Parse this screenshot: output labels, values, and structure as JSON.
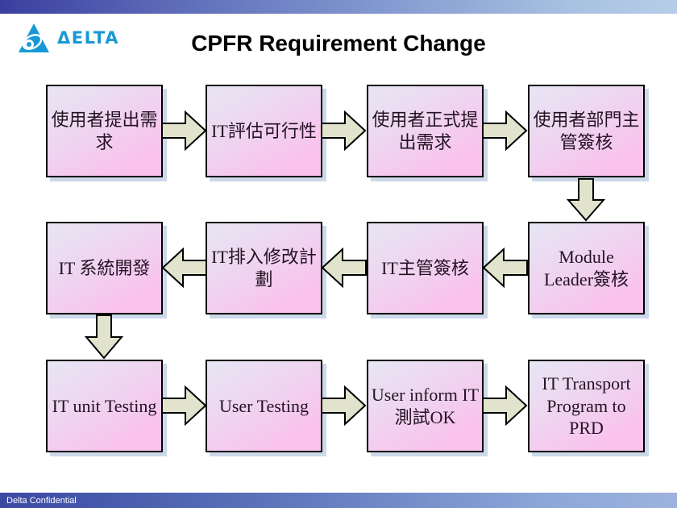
{
  "header": {
    "logo_text": "ΔELTA",
    "title": "CPFR Requirement Change"
  },
  "footer": {
    "text": "Delta Confidential"
  },
  "colors": {
    "logo_blue": "#1899d5",
    "top_bar_left": "#3a3f9f",
    "top_bar_right": "#b6cde8",
    "bottom_bar_left": "#3b49a3",
    "bottom_bar_right": "#9db3de",
    "box_fill_top": "#e7e6f4",
    "box_fill_bottom": "#f9c3ee",
    "box_border": "#000000",
    "box_shadow": "#ccd9ea",
    "arrow_fill": "#e1e3cd",
    "footer_text_color": "#ffffff"
  },
  "flow": {
    "rows": [
      {
        "boxes": [
          {
            "label": "使用者提出需\n求"
          },
          {
            "label": "IT評估可行性"
          },
          {
            "label": "使用者正式提\n出需求"
          },
          {
            "label": "使用者部門主\n管簽核"
          }
        ]
      },
      {
        "boxes": [
          {
            "label": "IT 系統開發"
          },
          {
            "label": "IT排入修改計\n劃"
          },
          {
            "label": "IT主管簽核"
          },
          {
            "label": "Module\nLeader簽核"
          }
        ]
      },
      {
        "boxes": [
          {
            "label": "IT unit Testing"
          },
          {
            "label": "User Testing"
          },
          {
            "label": "User inform IT\n測試OK"
          },
          {
            "label": "IT Transport\nProgram to\nPRD"
          }
        ]
      }
    ]
  }
}
